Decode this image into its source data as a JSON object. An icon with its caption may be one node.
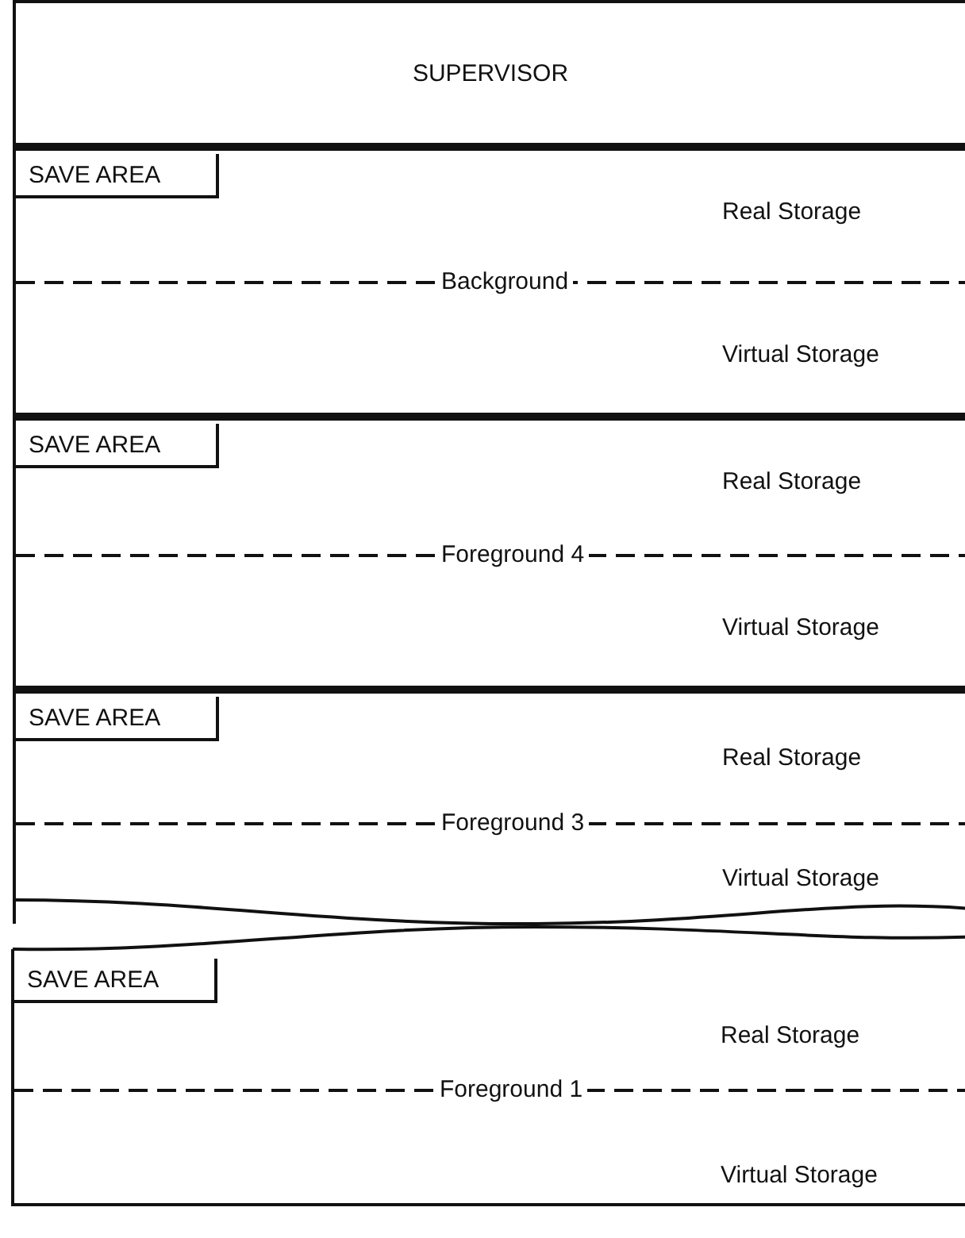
{
  "diagram": {
    "nodes": [
      {
        "text": [
          "SUPERVISOR"
        ]
      },
      {
        "text": [
          "Real Storage",
          "Background",
          "Virtual Storage"
        ]
      },
      {
        "text": [
          "SAVE AREA"
        ],
        "in": 1
      },
      {
        "text": [
          "Real Storage",
          "Foreground 4",
          "Virtual Storage"
        ]
      },
      {
        "text": [
          "SAVE AREA"
        ],
        "in": 3
      },
      {
        "text": [
          "Real Storage",
          "Foreground 3",
          "Virtual Storage"
        ]
      },
      {
        "text": [
          "SAVE AREA"
        ],
        "in": 5
      },
      {
        "text": [
          "Real Storage",
          "Foreground 1",
          "Virtual Storage"
        ]
      },
      {
        "text": [
          "SAVE AREA"
        ],
        "in": 7
      }
    ]
  }
}
